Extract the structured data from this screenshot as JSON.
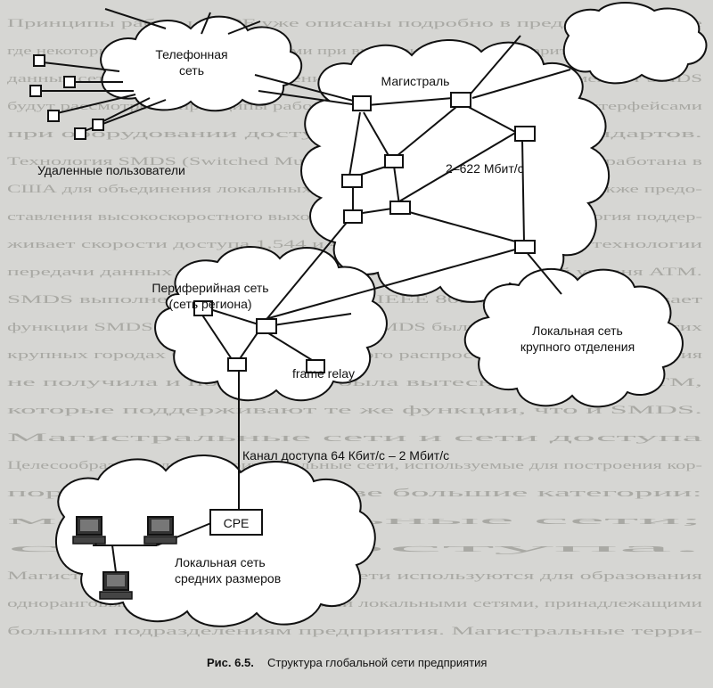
{
  "diagram": {
    "labels": {
      "phone_network": [
        "Телефонная",
        "сеть"
      ],
      "backbone": "Магистраль",
      "remote_users": "Удаленные пользователи",
      "backbone_speed": "2–622 Мбит/с",
      "regional_network": [
        "Периферийная сеть",
        "(сеть региона)"
      ],
      "frame_relay": "frame relay",
      "branch_lan": [
        "Локальная сеть",
        "крупного отделения"
      ],
      "access_channel": "Канал доступа 64 Кбит/с – 2 Мбит/с",
      "cpe": "CPE",
      "medium_lan": [
        "Локальная сеть",
        "средних размеров"
      ]
    },
    "caption": {
      "number": "Рис. 6.5.",
      "text": "Структура глобальной сети предприятия"
    }
  },
  "background_text": [
    "Принципы работы ОSPF уже описаны подробно в предыдущей главе",
    "где некоторые остаются неизменными при включении в состав территориальных сетей",
    "данных сетей различного назначения. Для передачи трафика применяют SMDS",
    "будут рассмотрены принципы работы протоколов, используемых интерфейсами",
    "при оборудовании доступа к сетям данных стандартов.",
    "Технология SMDS (Switched Multi-megabit Data Service) была разработана в",
    "США для объединения локальных сетей масштаба мегаполиса, а также предо-",
    "ставления высокоскоростного выхода в глобальные сети. Эта технология поддер-",
    "живает скорости доступа 1,544 и 45 Мбит/с, работая поверх технологии",
    "передачи данных SDH и совместимых со SDH технологий уровня ATM.",
    "SMDS выполнена в виде стандарта IEEE 802.6, который описывает",
    "функции SMDS по сетям города. Сети SMDS были реализованы во многих",
    "крупных городах США, однако широкого распространения эта технология",
    "не получила и постепенно была вытеснена сетями ATM,",
    "которые поддерживают те же функции, что и SMDS.",
    "Магистральные сети и сети доступа",
    "Целесообразно делить территориальные сети, используемые для построения кор-",
    "поративной сети, на две большие категории:",
    "магистральные сети;",
    "сети доступа.",
    "Магистральные территориальные сети используются для образования",
    "одноранговых связей между крупными локальными сетями, принадлежащими",
    "большим подразделениям предприятия. Магистральные терри-"
  ]
}
